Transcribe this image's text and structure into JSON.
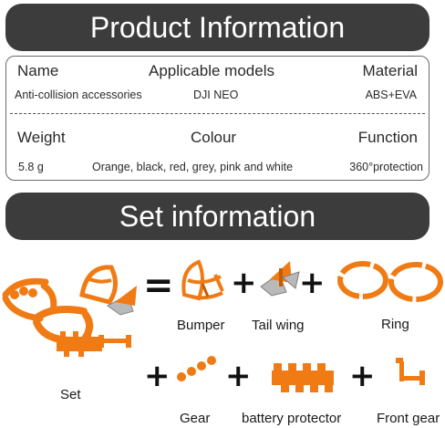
{
  "header": {
    "title": "Product Information"
  },
  "product_table": {
    "row1": {
      "name": {
        "label": "Name",
        "value": "Anti-collision accessories"
      },
      "models": {
        "label": "Applicable models",
        "value": "DJI NEO"
      },
      "material": {
        "label": "Material",
        "value": "ABS+EVA"
      }
    },
    "row2": {
      "weight": {
        "label": "Weight",
        "value": "5.8 g"
      },
      "colour": {
        "label": "Colour",
        "value": "Orange, black, red, grey, pink and white"
      },
      "function": {
        "label": "Function",
        "value": "360°protection"
      }
    }
  },
  "set_section": {
    "title": "Set information",
    "operators": {
      "equals": "=",
      "plus": "+"
    },
    "items": {
      "set": "Set",
      "bumper": "Bumper",
      "tail_wing": "Tail wing",
      "ring": "Ring",
      "gear": "Gear",
      "battery_protector": "battery protector",
      "front_gear": "Front gear"
    }
  },
  "colors": {
    "banner_bg": "#3c3c3c",
    "part_orange": "#f07b14",
    "part_orange_dark": "#c45c06",
    "part_silver": "#b9b9b9"
  }
}
